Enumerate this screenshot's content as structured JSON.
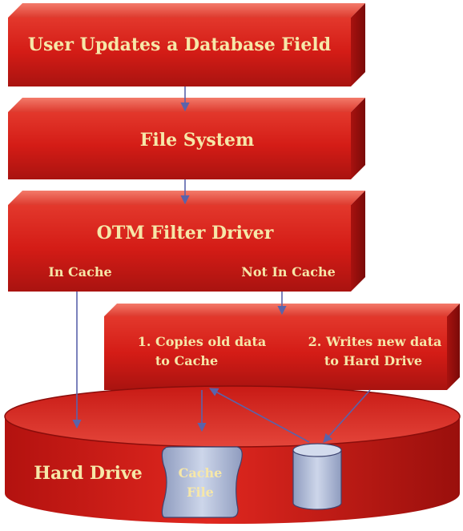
{
  "diagram": {
    "box_user_updates": {
      "title": "User Updates a Database Field"
    },
    "box_file_system": {
      "title": "File System"
    },
    "box_filter_driver": {
      "title": "OTM Filter Driver",
      "branch_left": "In Cache",
      "branch_right": "Not In Cache"
    },
    "box_copy_write": {
      "step1_line1": "1. Copies old data",
      "step1_line2": "to Cache",
      "step2_line1": "2. Writes new data",
      "step2_line2": "to Hard Drive"
    },
    "hard_drive": {
      "label": "Hard Drive",
      "cache_file_line1": "Cache",
      "cache_file_line2": "File"
    }
  },
  "colors": {
    "box_front": "#d8211b",
    "box_top": "#ea4a3c",
    "box_side": "#8f0e0b",
    "label_text": "#f6e7a8",
    "arrow": "#5a63ab",
    "cylinder_fill": "#b9c4dd"
  }
}
